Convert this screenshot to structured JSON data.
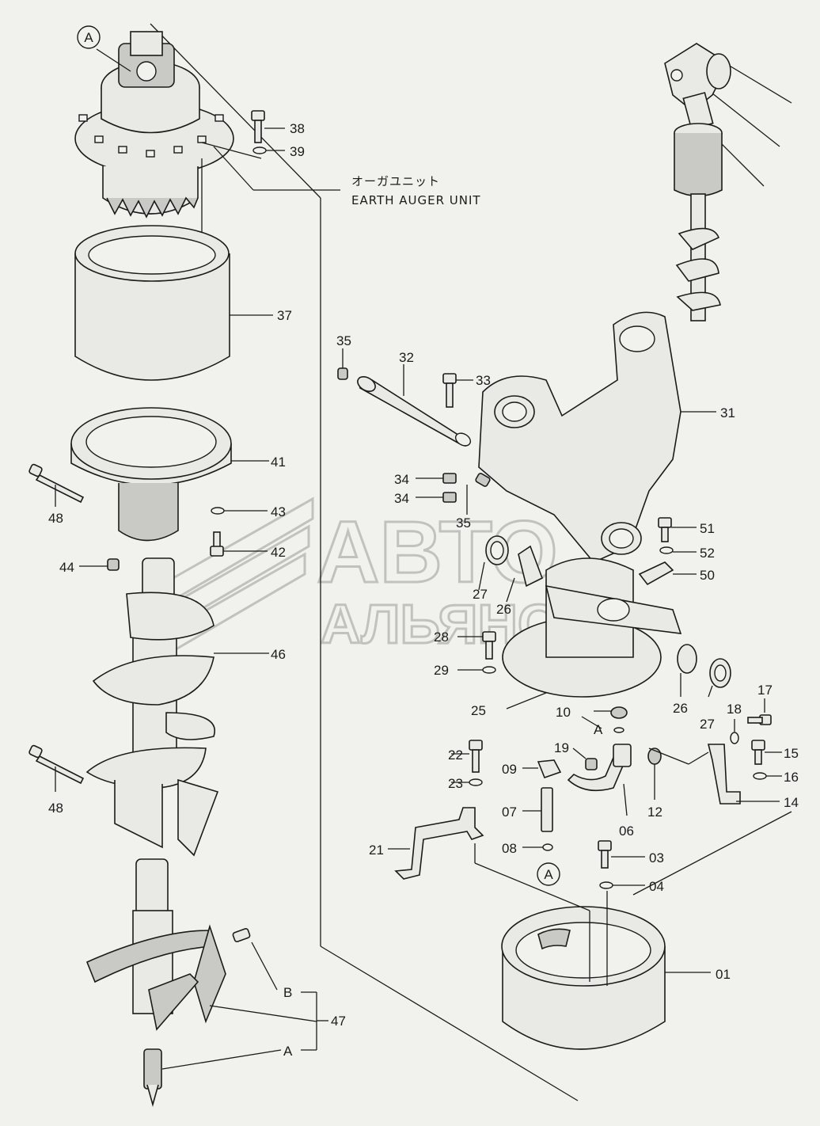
{
  "callouts": {
    "p01": "01",
    "p03": "03",
    "p04": "04",
    "p06": "06",
    "p07": "07",
    "p08": "08",
    "p09": "09",
    "p10": "10",
    "p12": "12",
    "p14": "14",
    "p15": "15",
    "p16": "16",
    "p17": "17",
    "p18": "18",
    "p19": "19",
    "p21": "21",
    "p22": "22",
    "p23": "23",
    "p25": "25",
    "p26": "26",
    "p27": "27",
    "p28": "28",
    "p29": "29",
    "p31": "31",
    "p32": "32",
    "p33": "33",
    "p34": "34",
    "p35": "35",
    "p37": "37",
    "p38": "38",
    "p39": "39",
    "p41": "41",
    "p42": "42",
    "p43": "43",
    "p44": "44",
    "p46": "46",
    "p47": "47",
    "p48": "48",
    "p50": "50",
    "p51": "51",
    "p52": "52"
  },
  "refs": {
    "a": "A",
    "b": "B"
  },
  "unit_label": {
    "jp": "オーガユニット",
    "en": "EARTH AUGER UNIT"
  },
  "watermark": {
    "line1": "АВТО",
    "line2": "АЛЬЯНС"
  }
}
